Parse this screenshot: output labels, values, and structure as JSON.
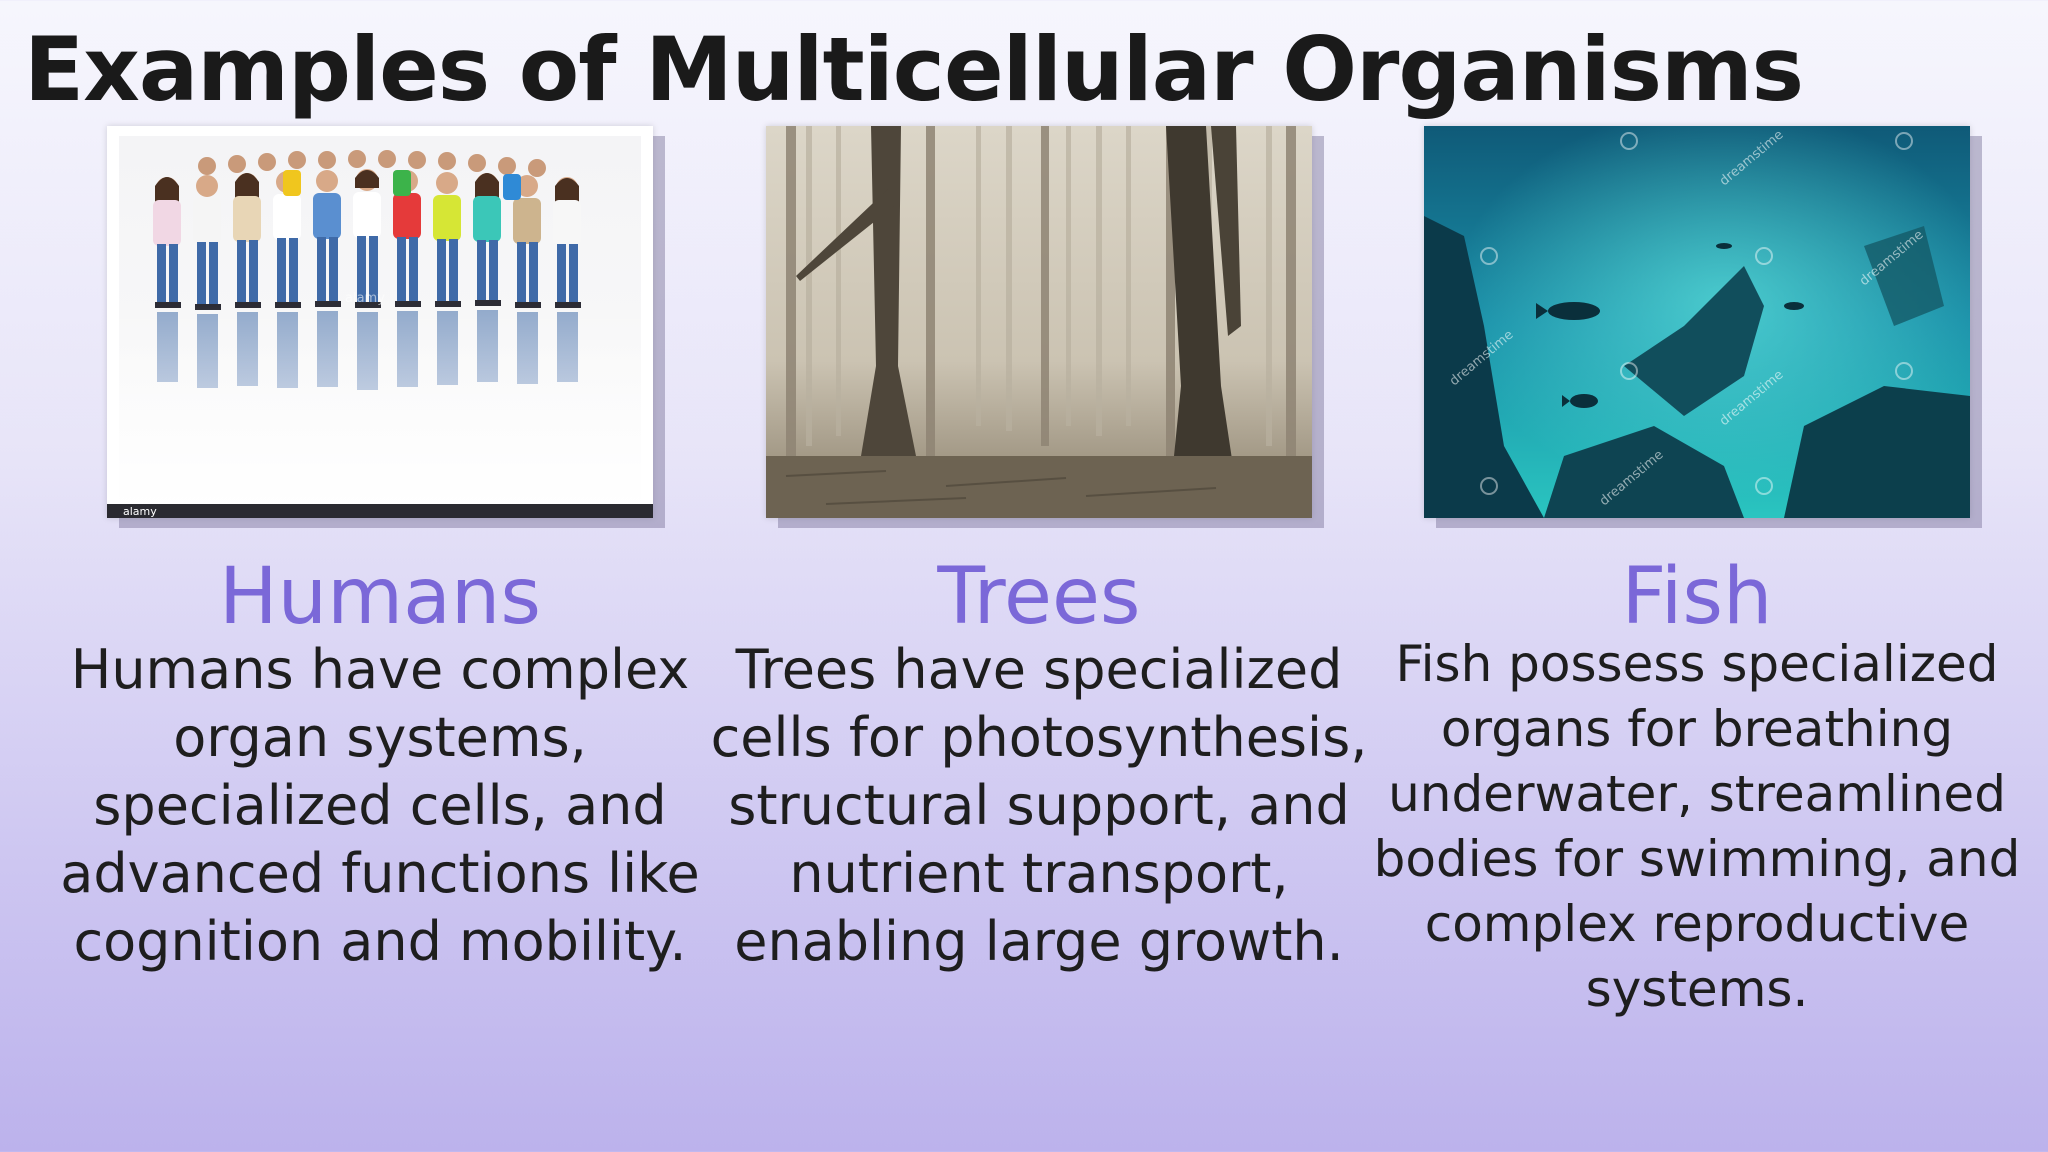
{
  "slide": {
    "title": "Examples of Multicellular Organisms"
  },
  "columns": [
    {
      "heading": "Humans",
      "description": "Humans have complex organ systems, specialized cells, and advanced functions like cognition and mobility.",
      "image_icon": "crowd-of-people-photo",
      "watermark": "alamy",
      "footer_label": "alamy"
    },
    {
      "heading": "Trees",
      "description": "Trees have specialized cells for photosynthesis, structural support, and nutrient transport, enabling large growth.",
      "image_icon": "misty-forest-photo"
    },
    {
      "heading": "Fish",
      "description": "Fish possess specialized organs for breathing underwater, streamlined bodies for swimming, and complex reproductive systems.",
      "image_icon": "underwater-reef-photo",
      "watermark": "dreamstime"
    }
  ],
  "colors": {
    "heading_accent": "#7b68d8",
    "title_text": "#1a1a1a",
    "body_text": "#1e1e1e",
    "background_top": "#f6f6fd",
    "background_bottom": "#bcb2ec"
  }
}
